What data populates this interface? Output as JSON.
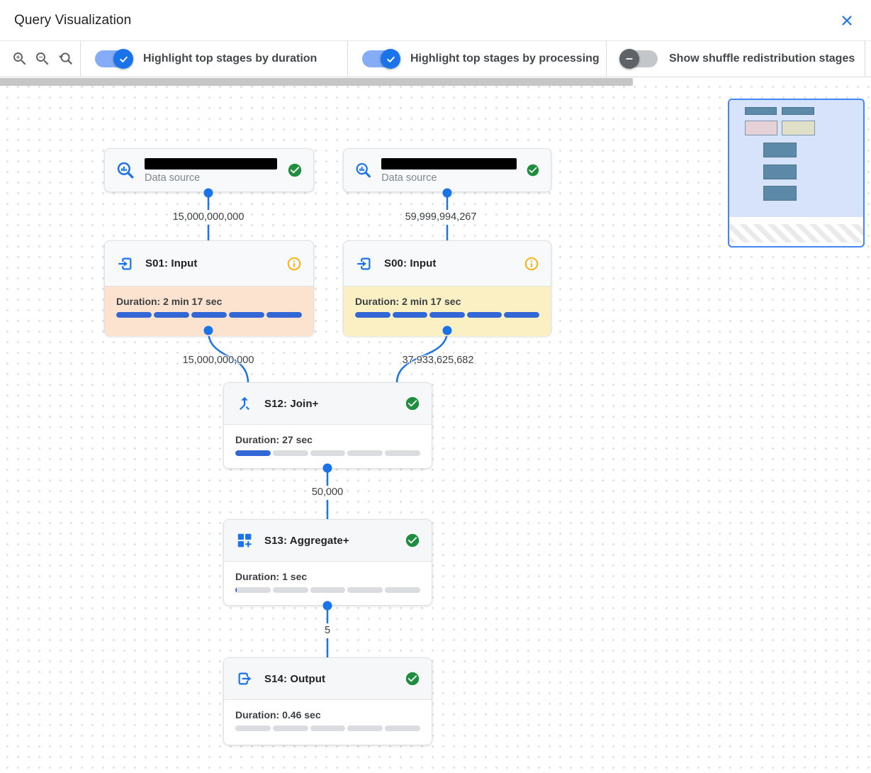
{
  "header": {
    "title": "Query Visualization",
    "close_icon": "close-x"
  },
  "toolbar": {
    "zoom_buttons": [
      {
        "icon": "zoom-in-icon"
      },
      {
        "icon": "zoom-out-icon"
      },
      {
        "icon": "zoom-reset-icon"
      }
    ],
    "toggles": [
      {
        "label": "Highlight top stages by duration",
        "state": "on"
      },
      {
        "label": "Highlight top stages by processing",
        "state": "on"
      },
      {
        "label": "Show shuffle redistribution stages",
        "state": "off"
      }
    ]
  },
  "graph": {
    "nodes": [
      {
        "kind": "data-source",
        "label": "Data source",
        "status": "success",
        "name_redacted": true
      },
      {
        "kind": "data-source",
        "label": "Data source",
        "status": "success",
        "name_redacted": true
      },
      {
        "kind": "stage",
        "title": "S01: Input",
        "icon": "input",
        "status": "info",
        "duration": "Duration: 2 min 17 sec",
        "highlight": "duration",
        "progress": [
          100,
          100,
          100,
          100,
          100
        ]
      },
      {
        "kind": "stage",
        "title": "S00: Input",
        "icon": "input",
        "status": "info",
        "duration": "Duration: 2 min 17 sec",
        "highlight": "processing",
        "progress": [
          100,
          100,
          100,
          100,
          100
        ]
      },
      {
        "kind": "stage",
        "title": "S12: Join+",
        "icon": "join",
        "status": "success",
        "duration": "Duration: 27 sec",
        "highlight": "none",
        "progress": [
          100,
          0,
          0,
          0,
          0
        ]
      },
      {
        "kind": "stage",
        "title": "S13: Aggregate+",
        "icon": "aggregate",
        "status": "success",
        "duration": "Duration: 1 sec",
        "highlight": "none",
        "progress": [
          4,
          0,
          0,
          0,
          0
        ]
      },
      {
        "kind": "stage",
        "title": "S14: Output",
        "icon": "output",
        "status": "success",
        "duration": "Duration: 0.46 sec",
        "highlight": "none",
        "progress": [
          0,
          0,
          0,
          0,
          0
        ]
      }
    ],
    "edges": [
      {
        "from": "data-source-1",
        "to": "S01",
        "label": "15,000,000,000"
      },
      {
        "from": "data-source-2",
        "to": "S00",
        "label": "59,999,994,267"
      },
      {
        "from": "S01",
        "to": "S12",
        "label": "15,000,000,000"
      },
      {
        "from": "S00",
        "to": "S12",
        "label": "37,933,625,682"
      },
      {
        "from": "S12",
        "to": "S13",
        "label": "50,000"
      },
      {
        "from": "S13",
        "to": "S14",
        "label": "5"
      }
    ]
  },
  "colors": {
    "accent_blue": "#1a73e8",
    "progress_blue": "#3367d6",
    "duration_highlight": "#fbe3d0",
    "processing_highlight": "#faf0c4",
    "success_green": "#1e8e3e",
    "info_orange": "#f9ab00",
    "minimap_border": "#4285f4"
  }
}
